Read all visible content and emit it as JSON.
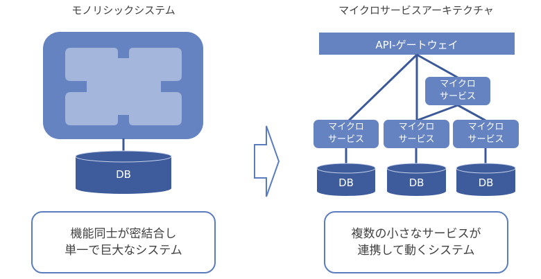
{
  "colors": {
    "primary": "#6683c1",
    "primary_light": "#a4b6db",
    "db": "#3e5c9c",
    "line": "#3b5898",
    "outline": "#5a7cbf",
    "text": "#404040"
  },
  "monolith": {
    "title": "モノリシックシステム",
    "db_label": "DB",
    "description_line1": "機能同士が密結合し",
    "description_line2": "単一で巨大なシステム"
  },
  "microservices": {
    "title": "マイクロサービスアーキテクチャ",
    "gateway_label": "API-ゲートウェイ",
    "services": [
      {
        "line1": "マイクロ",
        "line2": "サービス"
      },
      {
        "line1": "マイクロ",
        "line2": "サービス"
      },
      {
        "line1": "マイクロ",
        "line2": "サービス"
      },
      {
        "line1": "マイクロ",
        "line2": "サービス"
      }
    ],
    "db_labels": [
      "DB",
      "DB",
      "DB"
    ],
    "description_line1": "複数の小さなサービスが",
    "description_line2": "連携して動くシステム"
  }
}
